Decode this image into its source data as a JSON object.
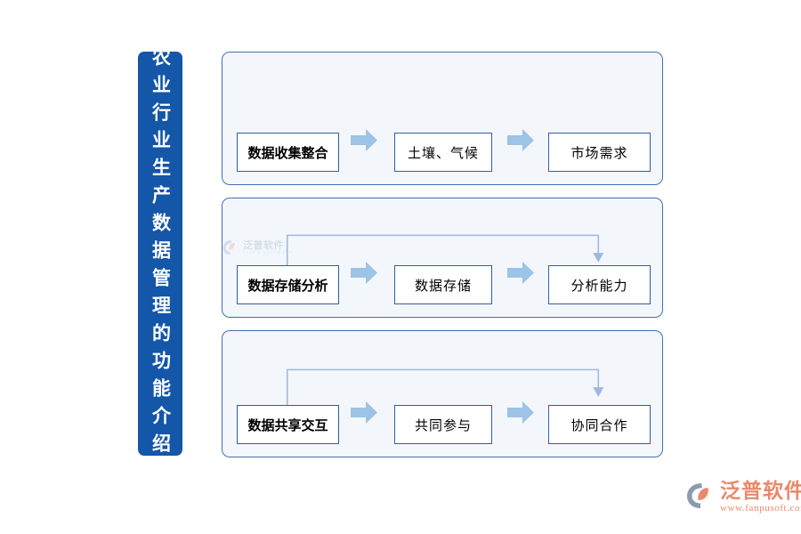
{
  "banner": {
    "text": "农业行业生产数据管理的功能介绍",
    "color": "#1456A8"
  },
  "theme": {
    "panel_border": "#3F6FB5",
    "panel_fill": "#F3F7FB",
    "node_border": "#2E5FA3",
    "arrow_fill": "#9DC3E6",
    "connector": "#9DB9DF",
    "logo_color": "#E8896B"
  },
  "rows": [
    {
      "id": "row-1",
      "nodes": [
        {
          "label": "数据收集整合",
          "primary": true
        },
        {
          "label": "土壤、气候",
          "primary": false
        },
        {
          "label": "市场需求",
          "primary": false
        }
      ],
      "has_feedback_connector": false
    },
    {
      "id": "row-2",
      "nodes": [
        {
          "label": "数据存储分析",
          "primary": true
        },
        {
          "label": "数据存储",
          "primary": false
        },
        {
          "label": "分析能力",
          "primary": false
        }
      ],
      "has_feedback_connector": true
    },
    {
      "id": "row-3",
      "nodes": [
        {
          "label": "数据共享交互",
          "primary": true
        },
        {
          "label": "共同参与",
          "primary": false
        },
        {
          "label": "协同合作",
          "primary": false
        }
      ],
      "has_feedback_connector": true
    }
  ],
  "watermark": {
    "cn": "泛普软件",
    "en": "FANPU SOFTWARE"
  },
  "logo": {
    "cn": "泛普软件",
    "url": "www.fanpusoft.com"
  },
  "icons": {
    "arrow": "right-block-arrow-icon",
    "feedback": "feedback-connector-arrow-icon",
    "logo_mark": "fanpu-logo-mark-icon",
    "watermark_mark": "fanpu-watermark-mark-icon"
  }
}
